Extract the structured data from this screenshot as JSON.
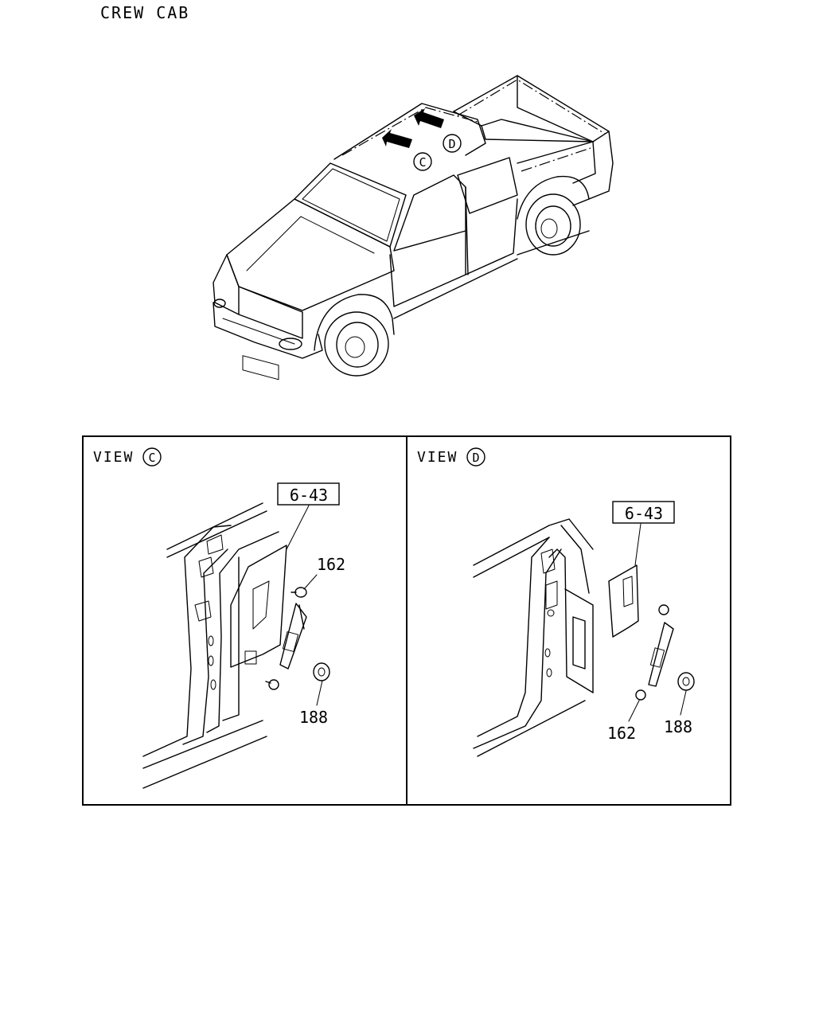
{
  "header": {
    "title": "CREW CAB"
  },
  "overview": {
    "view_markers": [
      {
        "letter": "C"
      },
      {
        "letter": "D"
      }
    ]
  },
  "views": [
    {
      "label": "VIEW",
      "marker": "C",
      "reference": "6-43",
      "callouts": [
        {
          "text": "162"
        },
        {
          "text": "188"
        }
      ]
    },
    {
      "label": "VIEW",
      "marker": "D",
      "reference": "6-43",
      "callouts": [
        {
          "text": "162"
        },
        {
          "text": "188"
        }
      ]
    }
  ]
}
